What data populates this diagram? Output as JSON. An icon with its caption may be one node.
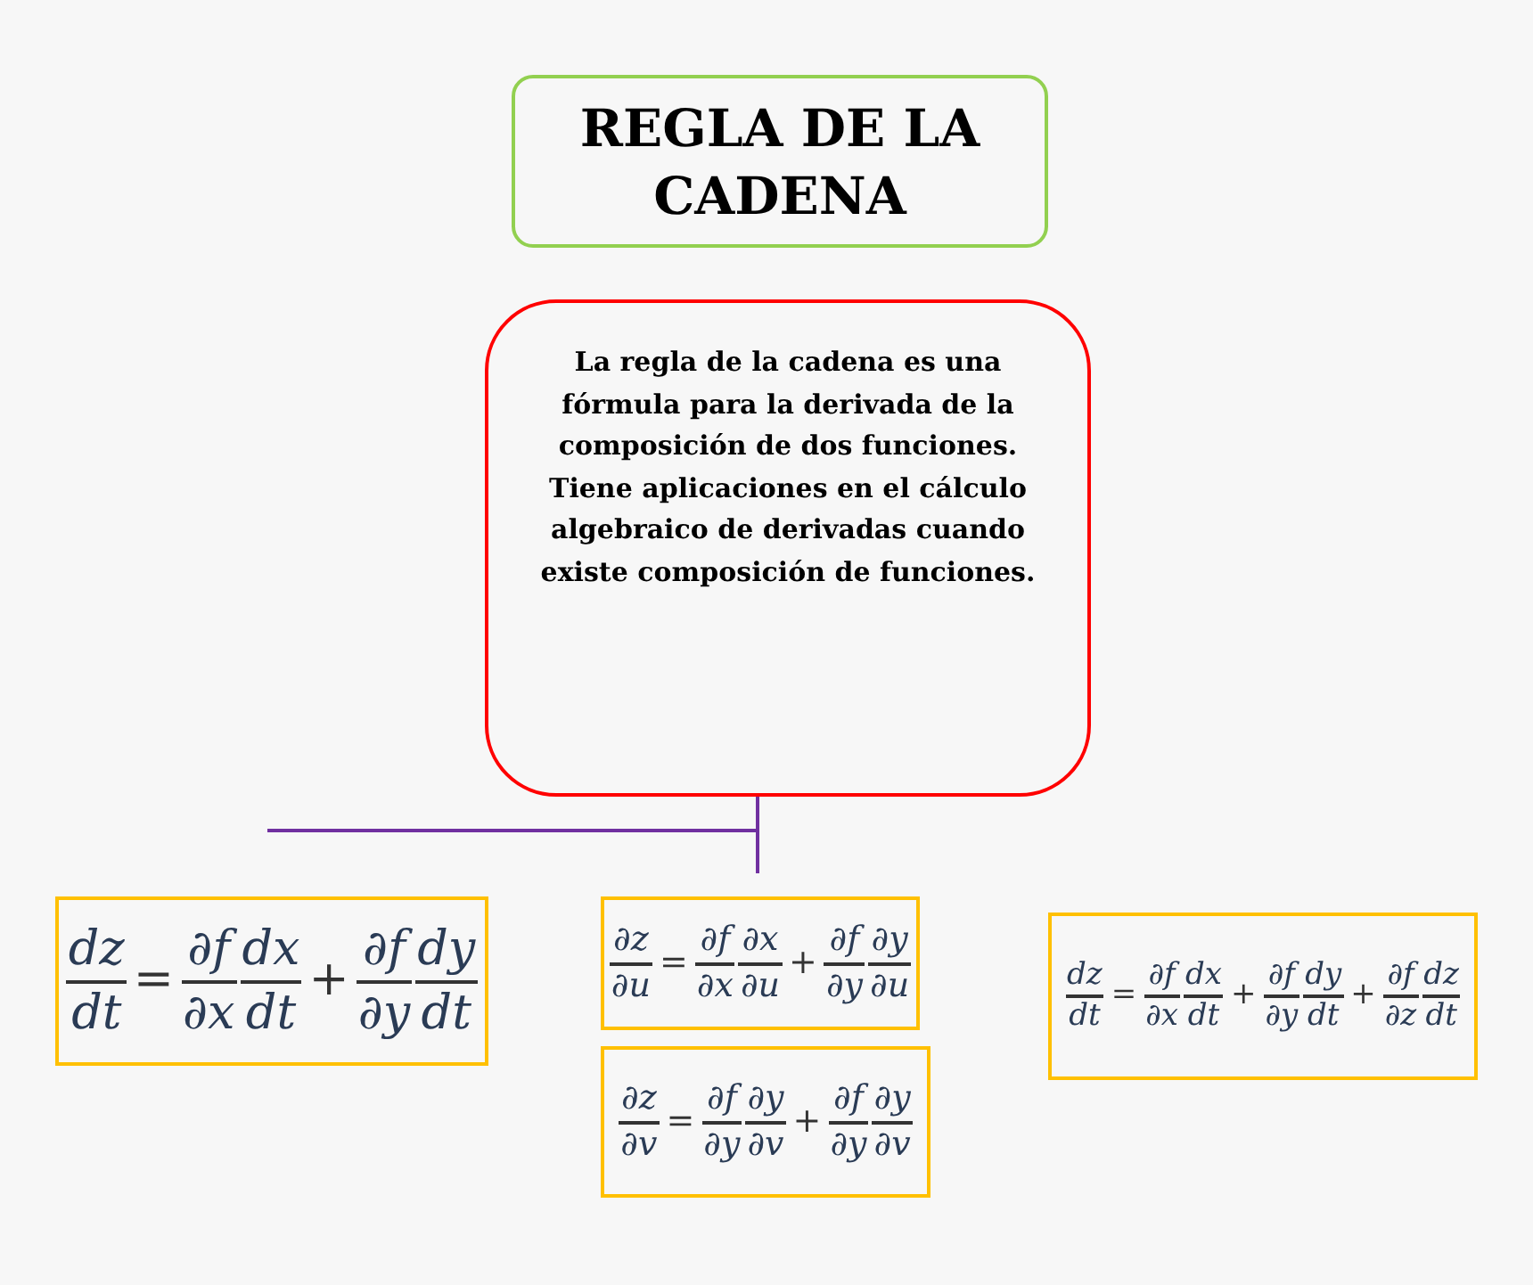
{
  "diagram": {
    "nodes": [
      {
        "text": [
          "REGLA DE LA CADENA"
        ]
      },
      {
        "text": [
          "La regla de la cadena es una fórmula para la derivada de la composición de dos funciones. Tiene aplicaciones en el cálculo algebraico de derivadas cuando existe composición de funciones."
        ]
      },
      {
        "text": [
          "dz",
          "dt",
          "=",
          "∂f",
          "∂x",
          "dx",
          "dt",
          "+",
          "∂f",
          "∂y",
          "dy",
          "dt"
        ]
      },
      {
        "text": [
          "∂z",
          "∂u",
          "=",
          "∂f",
          "∂x",
          "∂x",
          "∂u",
          "+",
          "∂f",
          "∂y",
          "∂y",
          "∂u"
        ]
      },
      {
        "text": [
          "∂z",
          "∂v",
          "=",
          "∂f",
          "∂y",
          "∂y",
          "∂v",
          "+",
          "∂f",
          "∂y",
          "∂y",
          "∂v"
        ]
      },
      {
        "text": [
          "dz",
          "dt",
          "=",
          "∂f",
          "∂x",
          "dx",
          "dt",
          "+",
          "∂f",
          "∂y",
          "dy",
          "dt",
          "+",
          "∂f",
          "∂z",
          "dz",
          "dt"
        ]
      }
    ],
    "edges": [
      {
        "from": 1,
        "to": null,
        "arrow": "none",
        "color": "#7030a0"
      },
      {
        "from": 1,
        "to": null,
        "arrow": "none",
        "color": "#7030a0"
      }
    ]
  }
}
